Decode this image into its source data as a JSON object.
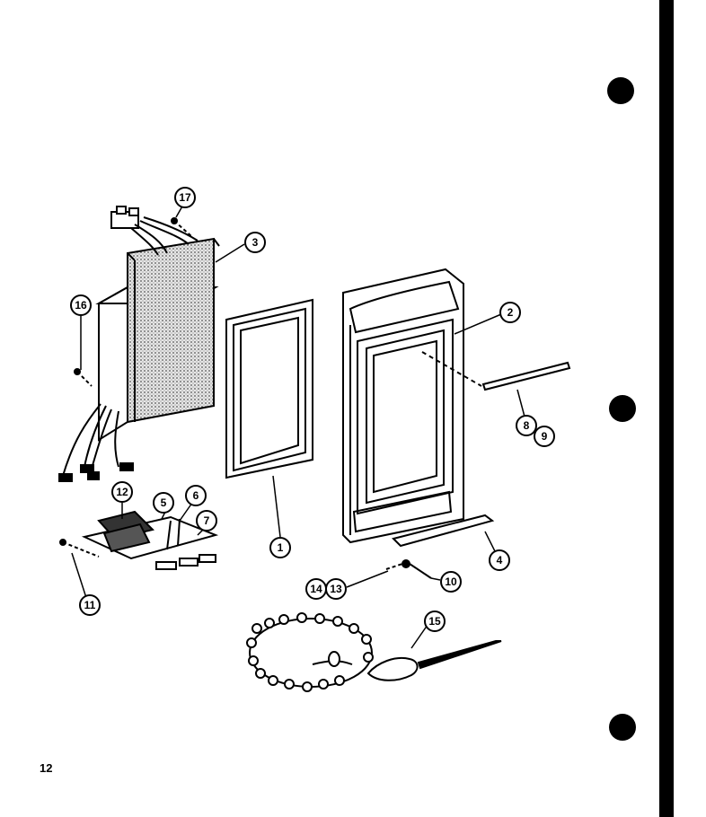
{
  "page_number": "12",
  "callouts": [
    {
      "id": "c1",
      "label": "1"
    },
    {
      "id": "c2",
      "label": "2"
    },
    {
      "id": "c3",
      "label": "3"
    },
    {
      "id": "c4",
      "label": "4"
    },
    {
      "id": "c5",
      "label": "5"
    },
    {
      "id": "c6",
      "label": "6"
    },
    {
      "id": "c7",
      "label": "7"
    },
    {
      "id": "c8",
      "label": "8"
    },
    {
      "id": "c9",
      "label": "9"
    },
    {
      "id": "c10",
      "label": "10"
    },
    {
      "id": "c11",
      "label": "11"
    },
    {
      "id": "c12",
      "label": "12"
    },
    {
      "id": "c13",
      "label": "13"
    },
    {
      "id": "c14",
      "label": "14"
    },
    {
      "id": "c15",
      "label": "15"
    },
    {
      "id": "c16",
      "label": "16"
    },
    {
      "id": "c17",
      "label": "17"
    }
  ]
}
